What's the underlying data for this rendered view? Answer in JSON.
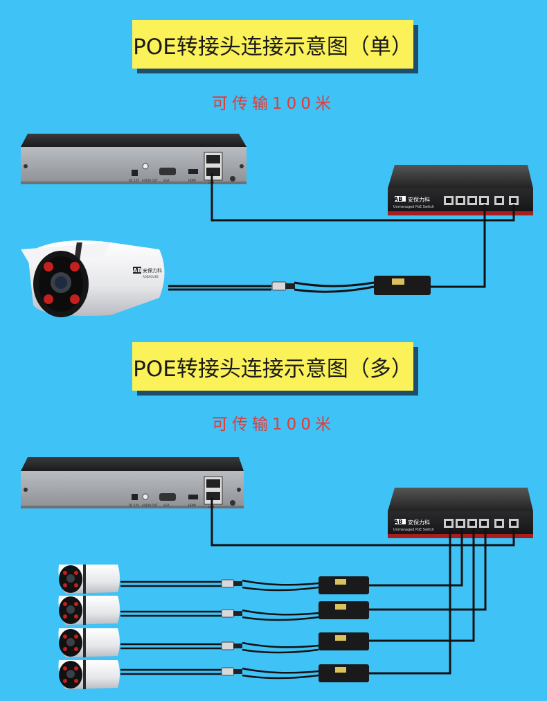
{
  "section1": {
    "title": "POE转接头连接示意图（单）",
    "subtitle": "可传输100米"
  },
  "section2": {
    "title": "POE转接头连接示意图（多）",
    "subtitle": "可传输100米"
  },
  "brand": {
    "logo": "AB",
    "name": "安保力科",
    "name_en": "AOBAOLIKE"
  },
  "switch": {
    "label": "Unmanaged PoE Switch"
  },
  "nvr": {
    "port_labels": [
      "DC 12V",
      "AUDIO OUT",
      "VGA",
      "HDMI",
      "LAN"
    ]
  },
  "colors": {
    "background": "#3fc2f6",
    "banner": "#fbf159",
    "banner_shadow": "#1d4f6c",
    "subtitle": "#e33a36",
    "cable": "#111111"
  }
}
